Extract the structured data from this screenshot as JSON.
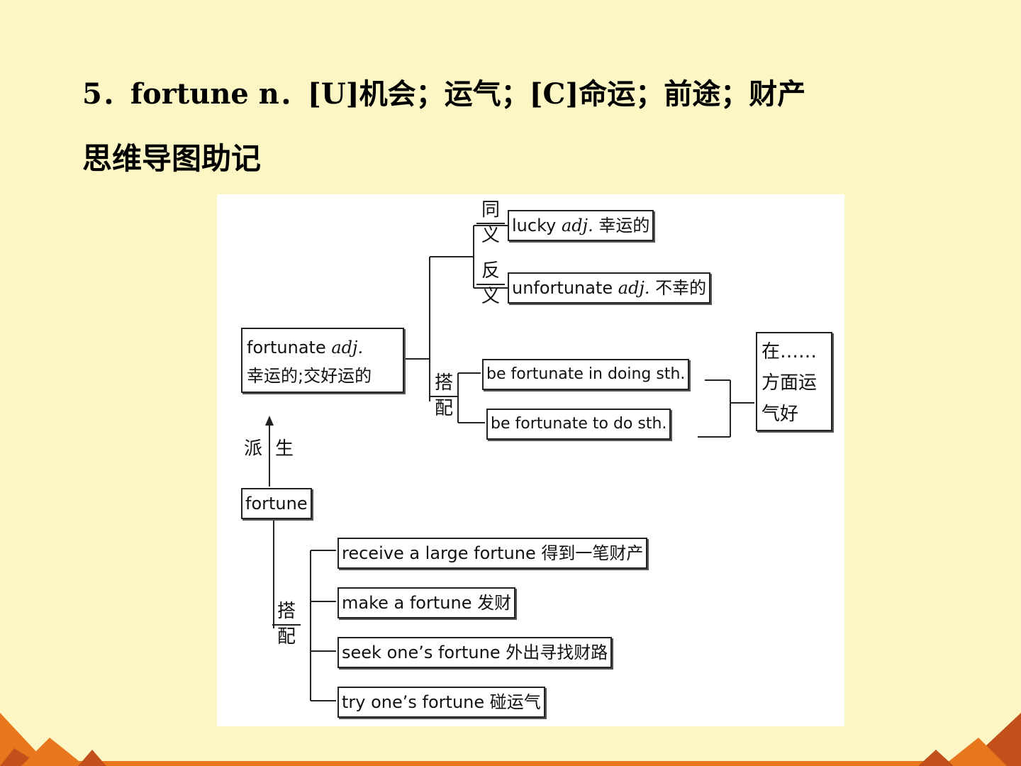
{
  "heading": {
    "line1": "5．fortune n．[U]机会；运气；[C]命运；前途；财产",
    "line2": "思维导图助记"
  },
  "diagram": {
    "root": "fortune",
    "derive_label_left": "派",
    "derive_label_right": "生",
    "derived": {
      "word": "fortunate",
      "pos": "adj.",
      "meaning": "幸运的;交好运的"
    },
    "synonym_label": {
      "top": "同",
      "bottom": "义"
    },
    "antonym_label": {
      "top": "反",
      "bottom": "义"
    },
    "synonym": {
      "word": "lucky",
      "pos": "adj.",
      "meaning": "幸运的"
    },
    "antonym": {
      "word": "unfortunate",
      "pos": "adj.",
      "meaning": "不幸的"
    },
    "collocation_label": {
      "top": "搭",
      "bottom": "配"
    },
    "fortunate_collocations": [
      "be fortunate in doing sth.",
      "be fortunate to do sth."
    ],
    "fortunate_meaning": {
      "line1": "在……",
      "line2": "方面运",
      "line3": "气好"
    },
    "fortune_collocations": [
      "receive a large fortune 得到一笔财产",
      "make a fortune 发财",
      "seek one’s fortune 外出寻找财路",
      "try one’s fortune 碰运气"
    ]
  },
  "colors": {
    "background": "#fcf6c4",
    "footer_orange": "#e8761c",
    "footer_dark": "#c2501a"
  }
}
